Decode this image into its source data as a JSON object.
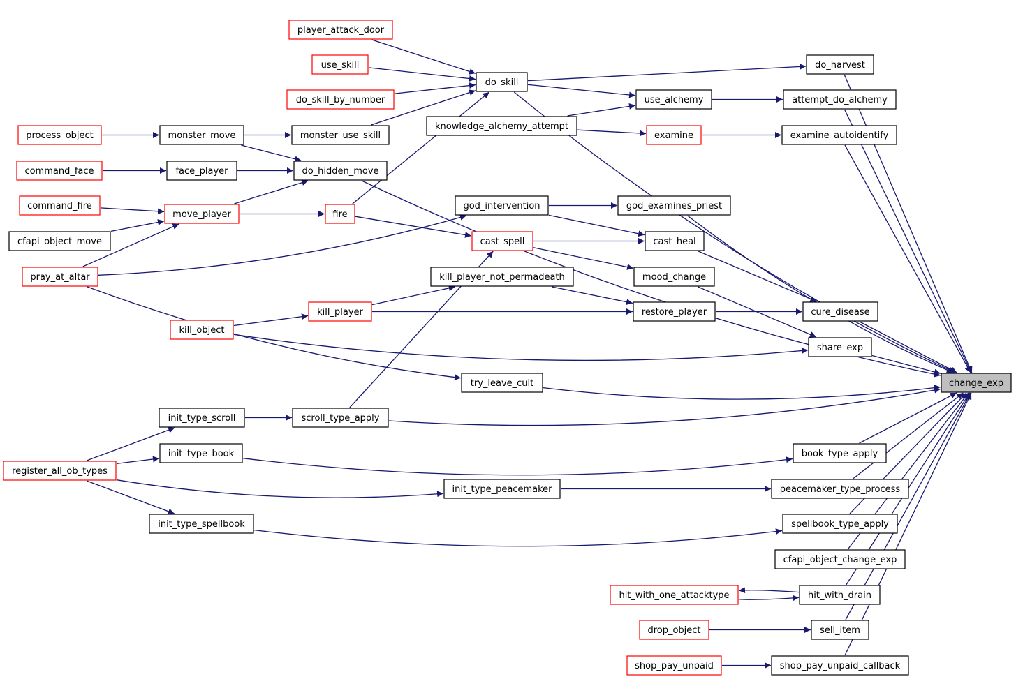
{
  "graph": {
    "edge_color": "#191970",
    "external_border_color": "#ff0000",
    "root_fill_color": "#bfbfbf",
    "nodes": [
      {
        "id": "change_exp",
        "label": "change_exp",
        "style": "root"
      },
      {
        "id": "player_attack_door",
        "label": "player_attack_door",
        "style": "red"
      },
      {
        "id": "use_skill",
        "label": "use_skill",
        "style": "red"
      },
      {
        "id": "do_skill_by_number",
        "label": "do_skill_by_number",
        "style": "red"
      },
      {
        "id": "do_skill",
        "label": "do_skill",
        "style": "black"
      },
      {
        "id": "do_harvest",
        "label": "do_harvest",
        "style": "black"
      },
      {
        "id": "use_alchemy",
        "label": "use_alchemy",
        "style": "black"
      },
      {
        "id": "attempt_do_alchemy",
        "label": "attempt_do_alchemy",
        "style": "black"
      },
      {
        "id": "knowledge_alchemy_attempt",
        "label": "knowledge_alchemy_attempt",
        "style": "black"
      },
      {
        "id": "examine",
        "label": "examine",
        "style": "red"
      },
      {
        "id": "examine_autoidentify",
        "label": "examine_autoidentify",
        "style": "black"
      },
      {
        "id": "process_object",
        "label": "process_object",
        "style": "red"
      },
      {
        "id": "monster_move",
        "label": "monster_move",
        "style": "black"
      },
      {
        "id": "monster_use_skill",
        "label": "monster_use_skill",
        "style": "black"
      },
      {
        "id": "command_face",
        "label": "command_face",
        "style": "red"
      },
      {
        "id": "face_player",
        "label": "face_player",
        "style": "black"
      },
      {
        "id": "do_hidden_move",
        "label": "do_hidden_move",
        "style": "black"
      },
      {
        "id": "command_fire",
        "label": "command_fire",
        "style": "red"
      },
      {
        "id": "move_player",
        "label": "move_player",
        "style": "red"
      },
      {
        "id": "fire",
        "label": "fire",
        "style": "red"
      },
      {
        "id": "god_intervention",
        "label": "god_intervention",
        "style": "black"
      },
      {
        "id": "god_examines_priest",
        "label": "god_examines_priest",
        "style": "black"
      },
      {
        "id": "cfapi_object_move",
        "label": "cfapi_object_move",
        "style": "black"
      },
      {
        "id": "cast_spell",
        "label": "cast_spell",
        "style": "red"
      },
      {
        "id": "cast_heal",
        "label": "cast_heal",
        "style": "black"
      },
      {
        "id": "pray_at_altar",
        "label": "pray_at_altar",
        "style": "red"
      },
      {
        "id": "kill_player_not_permadeath",
        "label": "kill_player_not_permadeath",
        "style": "black"
      },
      {
        "id": "mood_change",
        "label": "mood_change",
        "style": "black"
      },
      {
        "id": "kill_player",
        "label": "kill_player",
        "style": "red"
      },
      {
        "id": "restore_player",
        "label": "restore_player",
        "style": "black"
      },
      {
        "id": "cure_disease",
        "label": "cure_disease",
        "style": "black"
      },
      {
        "id": "kill_object",
        "label": "kill_object",
        "style": "red"
      },
      {
        "id": "share_exp",
        "label": "share_exp",
        "style": "black"
      },
      {
        "id": "try_leave_cult",
        "label": "try_leave_cult",
        "style": "black"
      },
      {
        "id": "init_type_scroll",
        "label": "init_type_scroll",
        "style": "black"
      },
      {
        "id": "scroll_type_apply",
        "label": "scroll_type_apply",
        "style": "black"
      },
      {
        "id": "init_type_book",
        "label": "init_type_book",
        "style": "black"
      },
      {
        "id": "book_type_apply",
        "label": "book_type_apply",
        "style": "black"
      },
      {
        "id": "register_all_ob_types",
        "label": "register_all_ob_types",
        "style": "red"
      },
      {
        "id": "init_type_peacemaker",
        "label": "init_type_peacemaker",
        "style": "black"
      },
      {
        "id": "peacemaker_type_process",
        "label": "peacemaker_type_process",
        "style": "black"
      },
      {
        "id": "init_type_spellbook",
        "label": "init_type_spellbook",
        "style": "black"
      },
      {
        "id": "spellbook_type_apply",
        "label": "spellbook_type_apply",
        "style": "black"
      },
      {
        "id": "cfapi_object_change_exp",
        "label": "cfapi_object_change_exp",
        "style": "black"
      },
      {
        "id": "hit_with_one_attacktype",
        "label": "hit_with_one_attacktype",
        "style": "red"
      },
      {
        "id": "hit_with_drain",
        "label": "hit_with_drain",
        "style": "black"
      },
      {
        "id": "drop_object",
        "label": "drop_object",
        "style": "red"
      },
      {
        "id": "sell_item",
        "label": "sell_item",
        "style": "black"
      },
      {
        "id": "shop_pay_unpaid",
        "label": "shop_pay_unpaid",
        "style": "red"
      },
      {
        "id": "shop_pay_unpaid_callback",
        "label": "shop_pay_unpaid_callback",
        "style": "black"
      }
    ],
    "edges": [
      {
        "from": "player_attack_door",
        "to": "do_skill"
      },
      {
        "from": "use_skill",
        "to": "do_skill"
      },
      {
        "from": "do_skill_by_number",
        "to": "do_skill"
      },
      {
        "from": "monster_use_skill",
        "to": "do_skill"
      },
      {
        "from": "fire",
        "to": "do_skill"
      },
      {
        "from": "do_skill",
        "to": "change_exp"
      },
      {
        "from": "do_skill",
        "to": "do_harvest"
      },
      {
        "from": "do_skill",
        "to": "use_alchemy"
      },
      {
        "from": "do_harvest",
        "to": "change_exp"
      },
      {
        "from": "knowledge_alchemy_attempt",
        "to": "use_alchemy"
      },
      {
        "from": "knowledge_alchemy_attempt",
        "to": "examine"
      },
      {
        "from": "use_alchemy",
        "to": "attempt_do_alchemy"
      },
      {
        "from": "attempt_do_alchemy",
        "to": "change_exp"
      },
      {
        "from": "examine",
        "to": "examine_autoidentify"
      },
      {
        "from": "examine_autoidentify",
        "to": "change_exp"
      },
      {
        "from": "process_object",
        "to": "monster_move"
      },
      {
        "from": "monster_move",
        "to": "monster_use_skill"
      },
      {
        "from": "monster_move",
        "to": "do_hidden_move"
      },
      {
        "from": "command_face",
        "to": "face_player"
      },
      {
        "from": "face_player",
        "to": "do_hidden_move"
      },
      {
        "from": "move_player",
        "to": "do_hidden_move"
      },
      {
        "from": "do_hidden_move",
        "to": "change_exp"
      },
      {
        "from": "command_fire",
        "to": "move_player"
      },
      {
        "from": "cfapi_object_move",
        "to": "move_player"
      },
      {
        "from": "pray_at_altar",
        "to": "move_player"
      },
      {
        "from": "move_player",
        "to": "fire"
      },
      {
        "from": "fire",
        "to": "cast_spell"
      },
      {
        "from": "pray_at_altar",
        "to": "god_intervention"
      },
      {
        "from": "god_intervention",
        "to": "god_examines_priest"
      },
      {
        "from": "god_intervention",
        "to": "cast_heal"
      },
      {
        "from": "god_examines_priest",
        "to": "change_exp"
      },
      {
        "from": "cast_spell",
        "to": "cast_heal"
      },
      {
        "from": "cast_spell",
        "to": "mood_change"
      },
      {
        "from": "scroll_type_apply",
        "to": "cast_spell"
      },
      {
        "from": "cast_heal",
        "to": "cure_disease"
      },
      {
        "from": "kill_player",
        "to": "kill_player_not_permadeath"
      },
      {
        "from": "kill_player_not_permadeath",
        "to": "restore_player"
      },
      {
        "from": "kill_player",
        "to": "restore_player"
      },
      {
        "from": "kill_object",
        "to": "kill_player"
      },
      {
        "from": "restore_player",
        "to": "cure_disease"
      },
      {
        "from": "mood_change",
        "to": "share_exp"
      },
      {
        "from": "kill_object",
        "to": "share_exp"
      },
      {
        "from": "cure_disease",
        "to": "change_exp"
      },
      {
        "from": "share_exp",
        "to": "change_exp"
      },
      {
        "from": "pray_at_altar",
        "to": "try_leave_cult"
      },
      {
        "from": "try_leave_cult",
        "to": "change_exp"
      },
      {
        "from": "register_all_ob_types",
        "to": "init_type_scroll"
      },
      {
        "from": "init_type_scroll",
        "to": "scroll_type_apply"
      },
      {
        "from": "scroll_type_apply",
        "to": "change_exp"
      },
      {
        "from": "register_all_ob_types",
        "to": "init_type_book"
      },
      {
        "from": "init_type_book",
        "to": "book_type_apply"
      },
      {
        "from": "book_type_apply",
        "to": "change_exp"
      },
      {
        "from": "register_all_ob_types",
        "to": "init_type_peacemaker"
      },
      {
        "from": "init_type_peacemaker",
        "to": "peacemaker_type_process"
      },
      {
        "from": "peacemaker_type_process",
        "to": "change_exp"
      },
      {
        "from": "register_all_ob_types",
        "to": "init_type_spellbook"
      },
      {
        "from": "init_type_spellbook",
        "to": "spellbook_type_apply"
      },
      {
        "from": "spellbook_type_apply",
        "to": "change_exp"
      },
      {
        "from": "cfapi_object_change_exp",
        "to": "change_exp"
      },
      {
        "from": "hit_with_drain",
        "to": "hit_with_one_attacktype"
      },
      {
        "from": "hit_with_one_attacktype",
        "to": "hit_with_drain"
      },
      {
        "from": "hit_with_drain",
        "to": "change_exp"
      },
      {
        "from": "drop_object",
        "to": "sell_item"
      },
      {
        "from": "sell_item",
        "to": "change_exp"
      },
      {
        "from": "shop_pay_unpaid",
        "to": "shop_pay_unpaid_callback"
      },
      {
        "from": "shop_pay_unpaid_callback",
        "to": "change_exp"
      }
    ]
  }
}
